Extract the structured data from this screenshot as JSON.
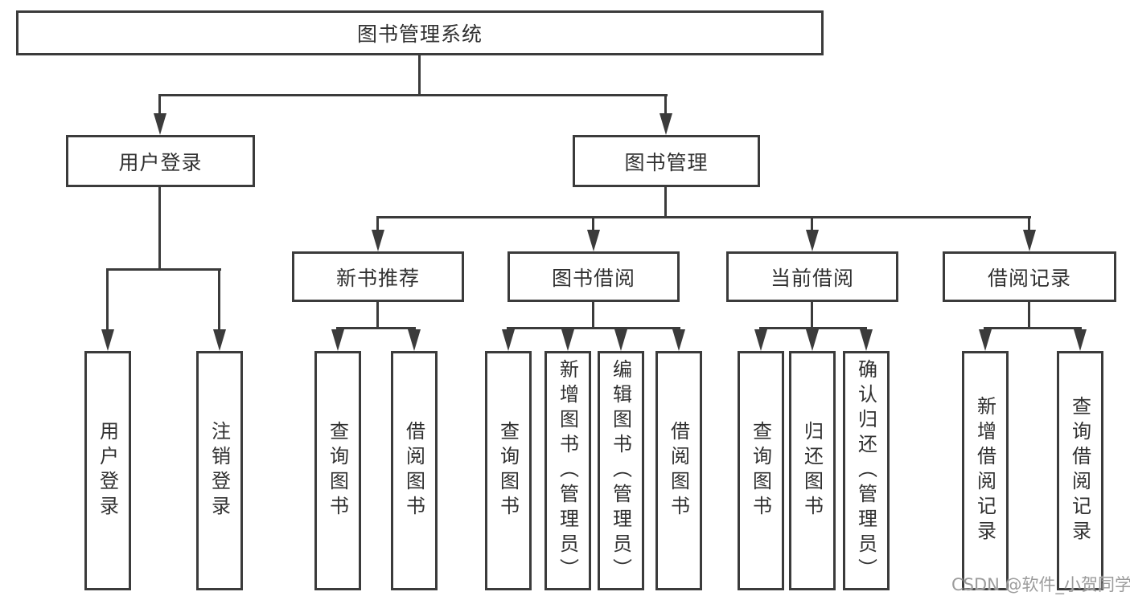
{
  "chart": {
    "root": "图书管理系统",
    "branches": {
      "user": {
        "label": "用户登录",
        "children": [
          "用户登录",
          "注销登录"
        ]
      },
      "books": {
        "label": "图书管理",
        "groups": [
          {
            "label": "新书推荐",
            "children": [
              "查询图书",
              "借阅图书"
            ]
          },
          {
            "label": "图书借阅",
            "children": [
              "查询图书",
              "新增图书（管理员）",
              "编辑图书（管理员）",
              "借阅图书"
            ]
          },
          {
            "label": "当前借阅",
            "children": [
              "查询图书",
              "归还图书",
              "确认归还（管理员）"
            ]
          },
          {
            "label": "借阅记录",
            "children": [
              "新增借阅记录",
              "查询借阅记录"
            ]
          }
        ]
      }
    }
  },
  "watermark": "CSDN @软件_小贺同学",
  "colors": {
    "line": "#3b3b3b",
    "text": "#303030",
    "watermark": "#9c9c9c",
    "background": "#ffffff"
  }
}
